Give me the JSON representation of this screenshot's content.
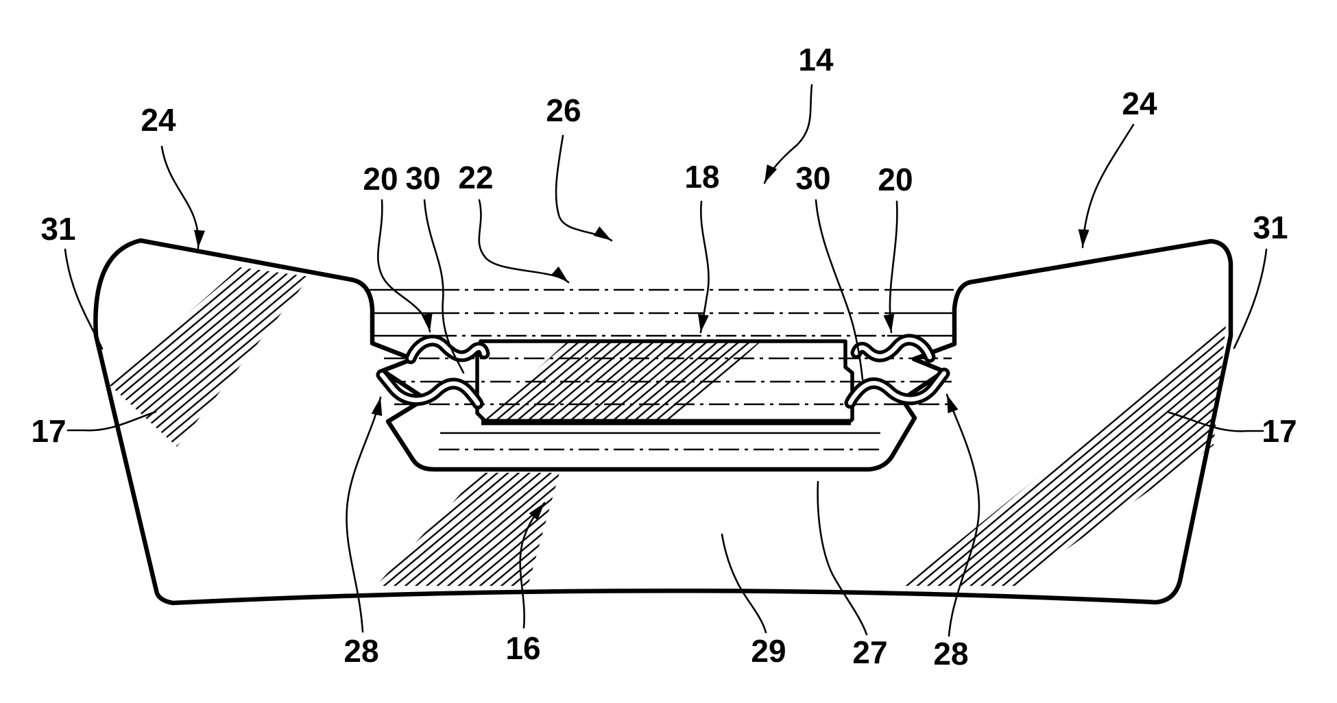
{
  "figure": {
    "background": "#ffffff",
    "line_color": "#000000",
    "type": "patent-cross-section-drawing"
  },
  "labels": [
    {
      "id": "24-left",
      "text": "24"
    },
    {
      "id": "31-left",
      "text": "31"
    },
    {
      "id": "17-left",
      "text": "17"
    },
    {
      "id": "20-left",
      "text": "20"
    },
    {
      "id": "30-left",
      "text": "30"
    },
    {
      "id": "22",
      "text": "22"
    },
    {
      "id": "26",
      "text": "26"
    },
    {
      "id": "18",
      "text": "18"
    },
    {
      "id": "14",
      "text": "14"
    },
    {
      "id": "30-right",
      "text": "30"
    },
    {
      "id": "20-right",
      "text": "20"
    },
    {
      "id": "24-right",
      "text": "24"
    },
    {
      "id": "31-right",
      "text": "31"
    },
    {
      "id": "17-right",
      "text": "17"
    },
    {
      "id": "28-left",
      "text": "28"
    },
    {
      "id": "16",
      "text": "16"
    },
    {
      "id": "29",
      "text": "29"
    },
    {
      "id": "27",
      "text": "27"
    },
    {
      "id": "28-right",
      "text": "28"
    }
  ]
}
